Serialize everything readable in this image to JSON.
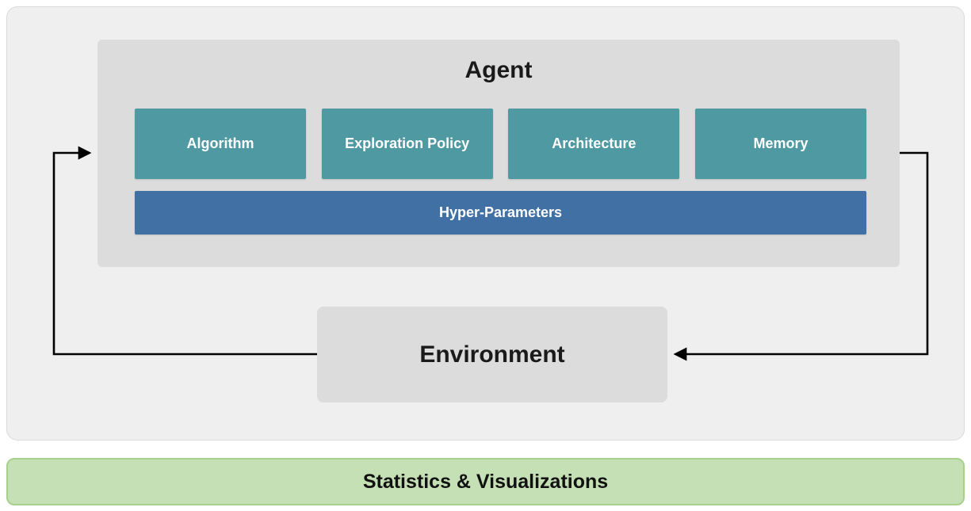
{
  "colors": {
    "teal": "#4f9aa2",
    "blue": "#4170a4",
    "green_bg": "#c5e0b4",
    "green_border": "#a8d08d",
    "gray_box": "#dcdcdc",
    "canvas_bg": "#f0eff0",
    "line": "#000000"
  },
  "agent": {
    "title": "Agent",
    "modules": [
      {
        "label": "Algorithm"
      },
      {
        "label": "Exploration Policy"
      },
      {
        "label": "Architecture"
      },
      {
        "label": "Memory"
      }
    ],
    "hyper_parameters_label": "Hyper-Parameters"
  },
  "environment": {
    "label": "Environment"
  },
  "footer": {
    "label": "Statistics & Visualizations"
  }
}
